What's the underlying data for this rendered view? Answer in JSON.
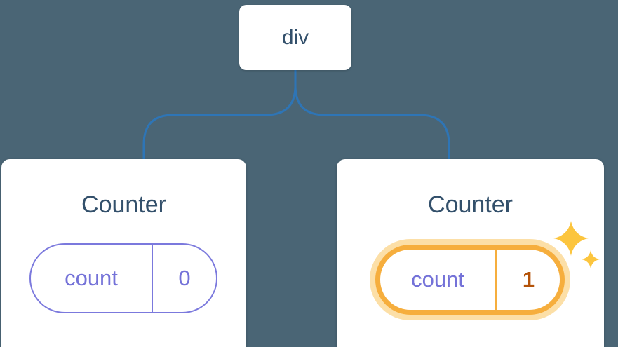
{
  "diagram": {
    "description": "React component tree diagram: a div parent with two Counter children, each holding isolated count state; the second Counter's state just updated",
    "root_node": {
      "label": "div"
    },
    "children": [
      {
        "title": "Counter",
        "state_key": "count",
        "state_value": "0",
        "highlighted": false
      },
      {
        "title": "Counter",
        "state_key": "count",
        "state_value": "1",
        "highlighted": true
      }
    ]
  },
  "colors": {
    "background": "#4a6575",
    "connector_blue": "#2e75b6",
    "node_text": "#33506b",
    "state_purple": "#7472d8",
    "highlight_orange": "#f6ae3d",
    "highlight_glow": "#fac45f",
    "highlight_value_text": "#b45309",
    "sparkle_gold": "#fcc53e",
    "card_background": "#ffffff"
  },
  "icons": {
    "sparkle": "four-point star sparkle (state updated indicator)"
  }
}
